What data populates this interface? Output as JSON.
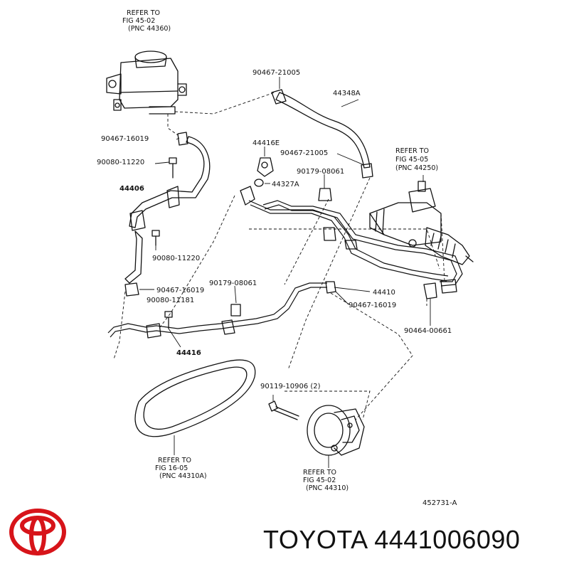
{
  "refs": {
    "reservoir": [
      "REFER TO",
      "FIG 45-02",
      "(PNC 44360)"
    ],
    "gear": [
      "REFER TO",
      "FIG 45-05",
      "(PNC 44250)"
    ],
    "belt": [
      "REFER TO",
      "FIG 16-05",
      "(PNC 44310A)"
    ],
    "pump": [
      "REFER TO",
      "FIG 45-02",
      "(PNC 44310)"
    ]
  },
  "labels": {
    "p90467_21005_a": "90467-21005",
    "p44348A": "44348A",
    "p90467_16019_a": "90467-16019",
    "p44416E": "44416E",
    "p90467_21005_b": "90467-21005",
    "p90080_11220_a": "90080-11220",
    "p90179_08061_a": "90179-08061",
    "p44327A": "44327A",
    "p44406": "44406",
    "p90080_11220_b": "90080-11220",
    "p90179_08061_b": "90179-08061",
    "p90467_16019_b": "90467-16019",
    "p90080_11181": "90080-11181",
    "p44410": "44410",
    "p90467_16019_c": "90467-16019",
    "p90464_00661": "90464-00661",
    "p44416": "44416",
    "p90119_10906": "90119-10906 (2)",
    "diagram_id": "452731-A"
  },
  "brand": {
    "name": "TOYOTA",
    "part_number": "4441006090",
    "logo_color": "#d7141a"
  }
}
